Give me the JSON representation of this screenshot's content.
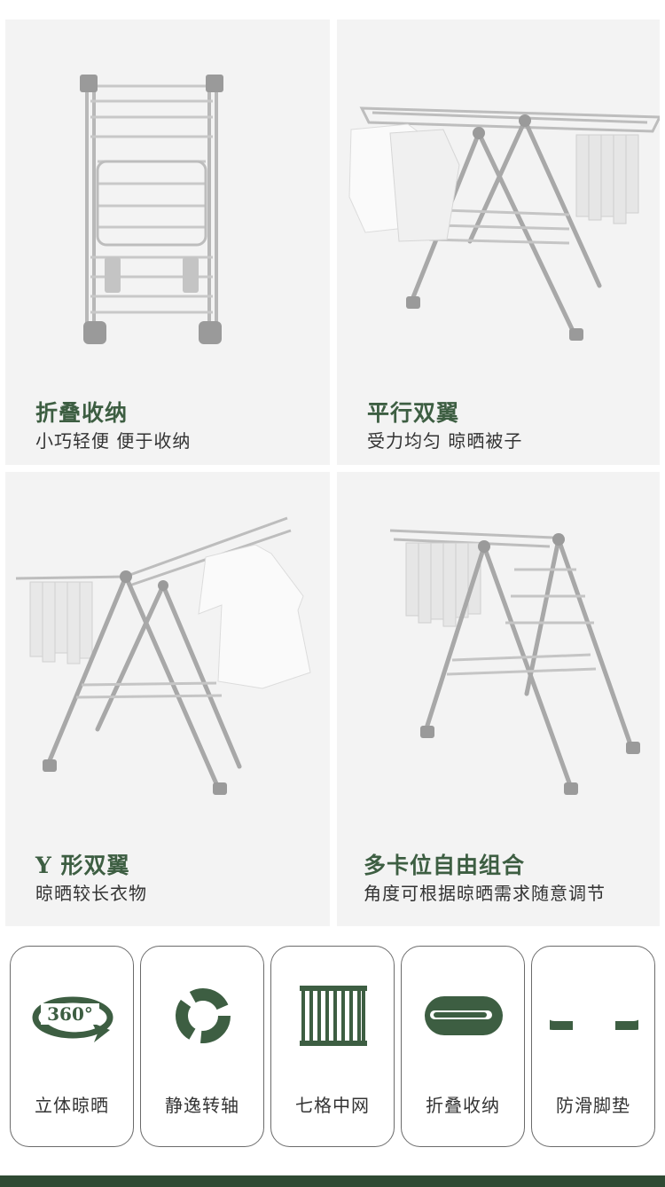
{
  "panels": [
    {
      "title": "折叠收纳",
      "subtitle": "小巧轻便 便于收纳"
    },
    {
      "title": "平行双翼",
      "subtitle": "受力均匀 晾晒被子"
    },
    {
      "title": "Y 形双翼",
      "subtitle": "晾晒较长衣物"
    },
    {
      "title": "多卡位自由组合",
      "subtitle": "角度可根据晾晒需求随意调节"
    }
  ],
  "features": [
    {
      "label": "立体晾晒",
      "icon": "rotate-360-icon",
      "icon_text": "360°"
    },
    {
      "label": "静逸转轴",
      "icon": "rotating-shaft-icon"
    },
    {
      "label": "七格中网",
      "icon": "grid-mesh-icon"
    },
    {
      "label": "折叠收纳",
      "icon": "fold-storage-icon"
    },
    {
      "label": "防滑脚垫",
      "icon": "anti-slip-foot-pad-icon"
    }
  ],
  "colors": {
    "accent": "#3d5e42",
    "panel_bg": "#f3f3f3",
    "bar": "#2f4a33"
  }
}
